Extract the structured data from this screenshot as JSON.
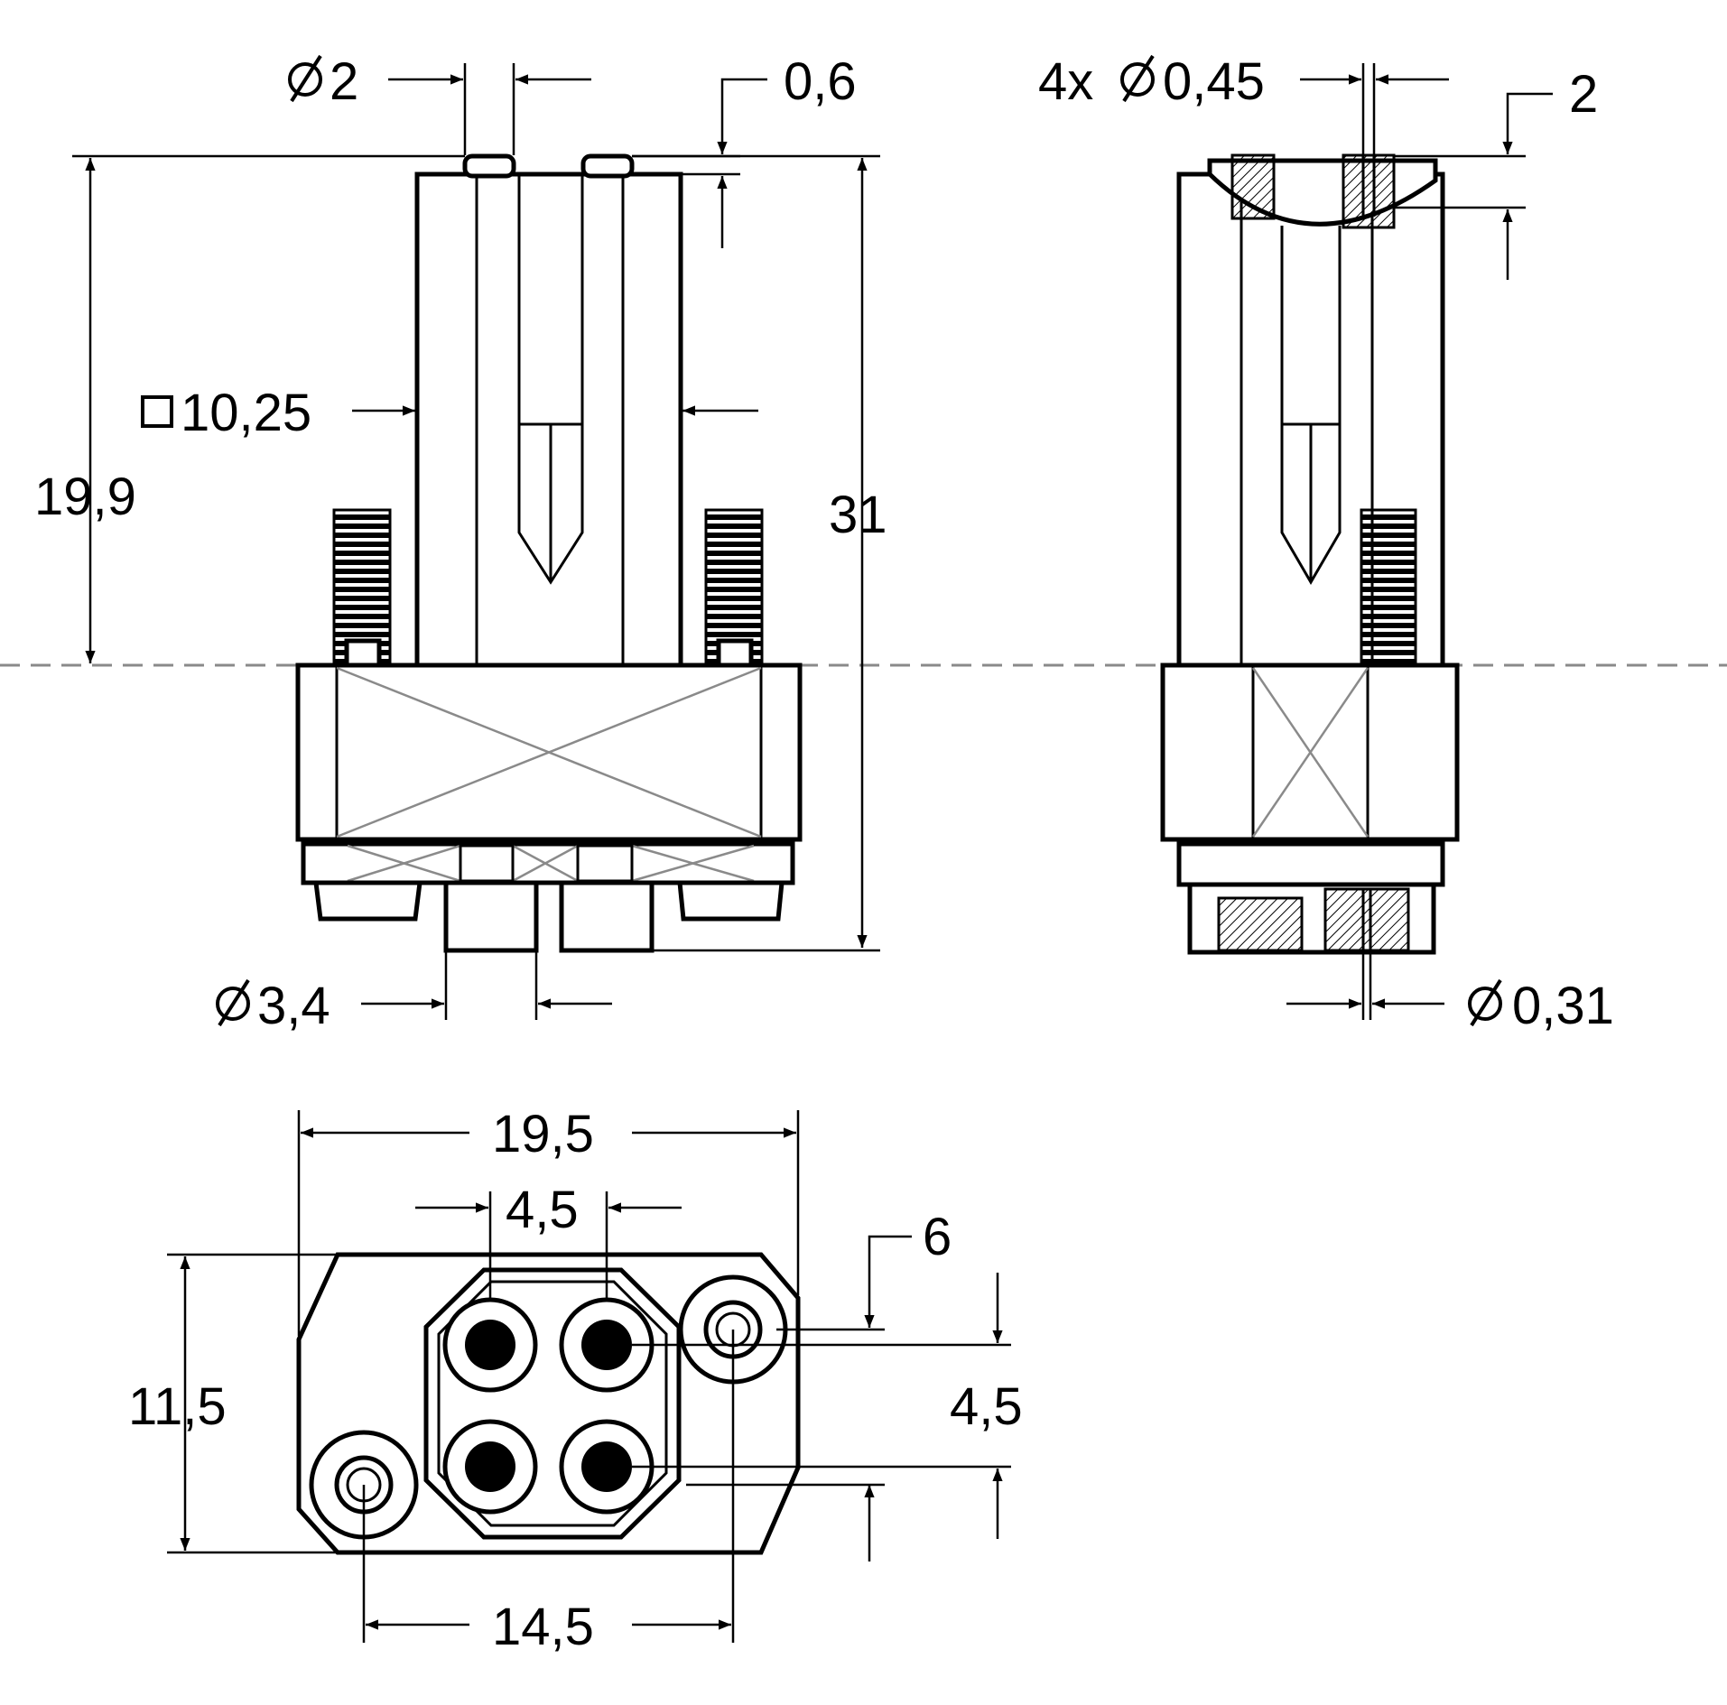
{
  "colors": {
    "line": "#000000",
    "construction": "#8a8a8a",
    "background": "#ffffff"
  },
  "icons": {
    "diameter": "diameter-symbol",
    "square": "square-symbol"
  },
  "front_view": {
    "pin_diameter": "2",
    "collar_height": "0,6",
    "body_square": "10,25",
    "height_to_flange": "19,9",
    "overall_length": "31",
    "contact_diameter": "3,4"
  },
  "side_view": {
    "hole_count": "4x",
    "hole_diameter": "0,45",
    "recess_depth": "2",
    "wire_diameter": "0,31"
  },
  "bottom_view": {
    "width": "19,5",
    "contact_pitch_x": "4,5",
    "screw_offset": "6",
    "height": "11,5",
    "contact_pitch_y": "4,5",
    "screw_spacing": "14,5"
  }
}
